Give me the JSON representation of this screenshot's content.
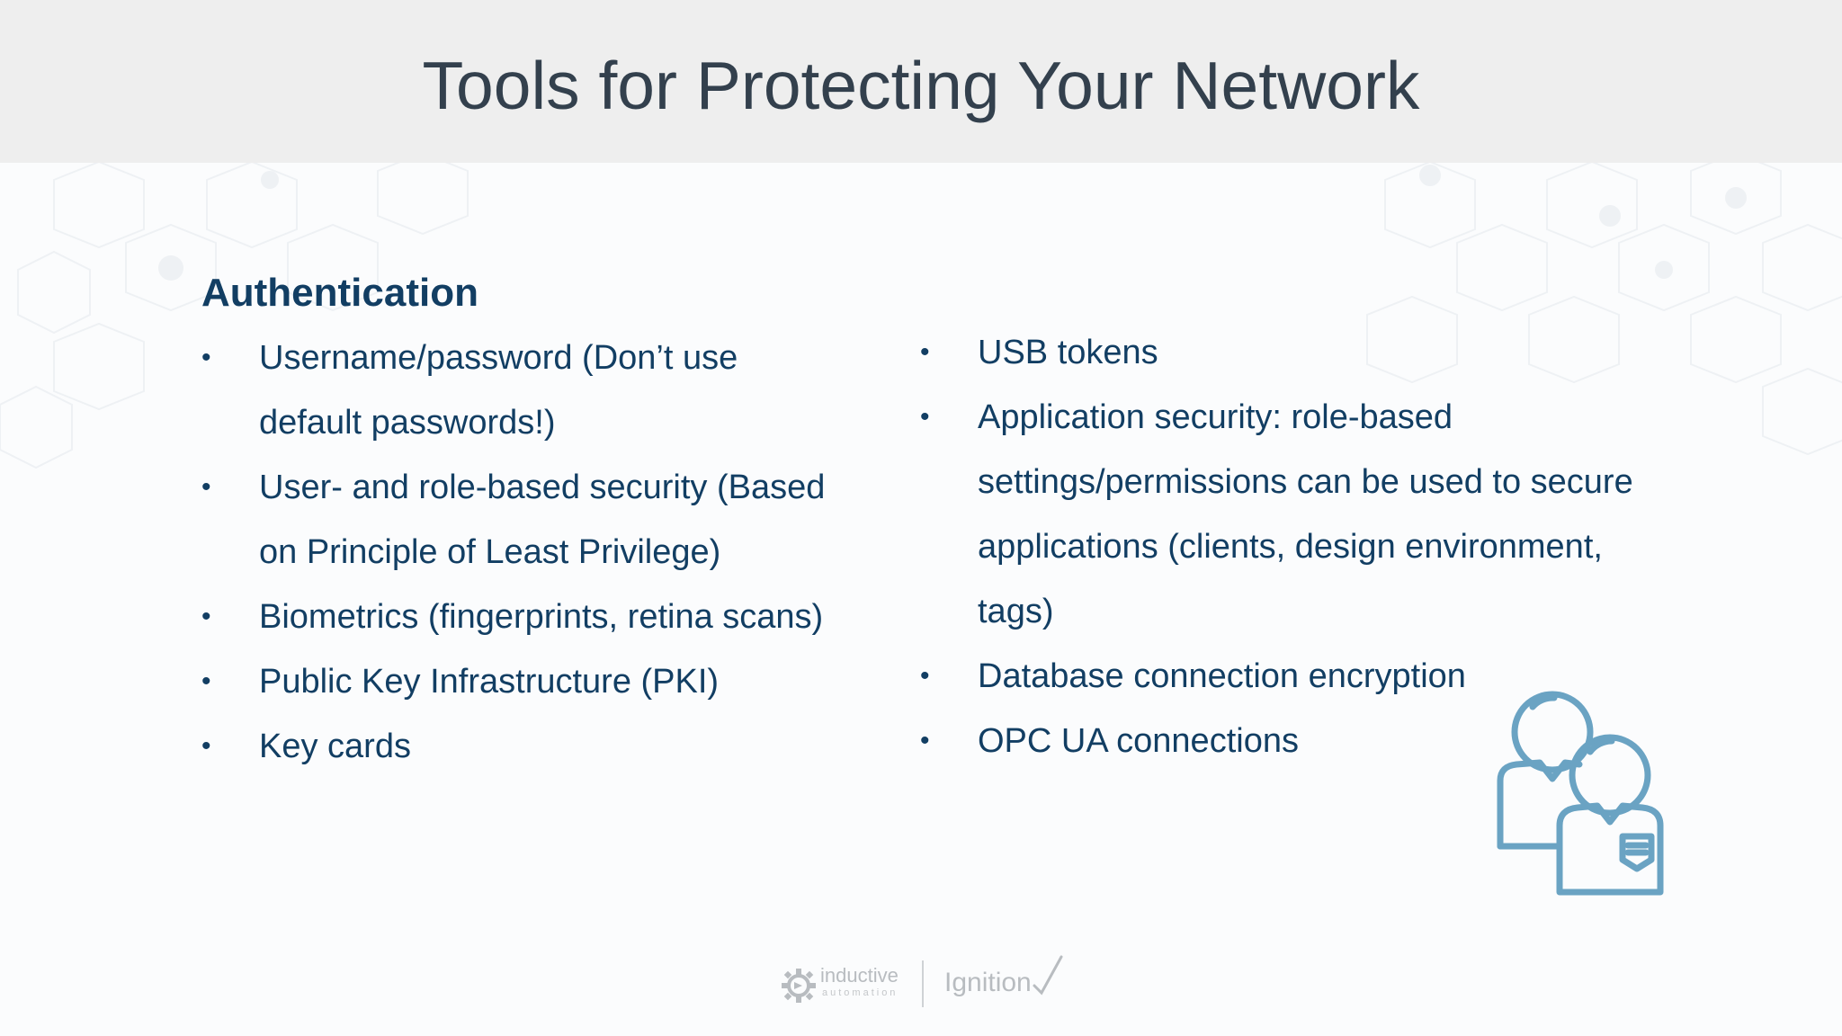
{
  "slide": {
    "title": "Tools for Protecting Your Network"
  },
  "left_column": {
    "heading": "Authentication",
    "bullet_symbol": "•",
    "items": [
      {
        "text": "Username/password (Don’t use default passwords!)"
      },
      {
        "text": "User- and role-based security (Based on Principle of Least Privilege)"
      },
      {
        "text": "Biometrics (fingerprints, retina scans)"
      },
      {
        "text": "Public Key Infrastructure (PKI)"
      },
      {
        "text": "Key cards"
      }
    ]
  },
  "right_column": {
    "bullet_symbol": "•",
    "items": [
      {
        "text": "USB tokens"
      },
      {
        "text": "Application security: role-based settings/permissions can be used to secure applications (clients, design environment, tags)"
      },
      {
        "text": "Database connection encryption"
      },
      {
        "text": "OPC UA connections"
      }
    ]
  },
  "illustration": {
    "icon": "users-security-icon",
    "color": "#6aa3c3"
  },
  "footer": {
    "brand_name": "inductive",
    "brand_subtitle": "automation",
    "product_name": "Ignition"
  },
  "colors": {
    "title": "#33404d",
    "body_text": "#123e63",
    "header_band": "#eeeeee",
    "accent_icon": "#6aa3c3"
  }
}
